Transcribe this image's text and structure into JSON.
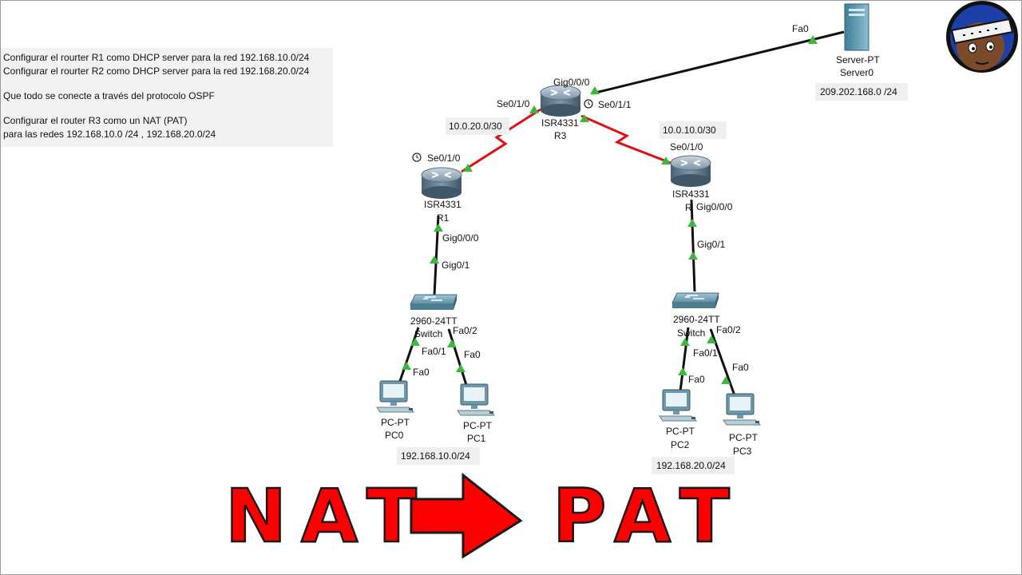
{
  "notes": {
    "line1": "Configurar el rourter R1 como DHCP server para la red 192.168.10.0/24",
    "line2": "Configurar el rourter R2 como DHCP server para la red 192.168.20.0/24",
    "line3": "Que todo se conecte a través del protocolo OSPF",
    "line4": "Configurar el router R3 como un NAT (PAT)",
    "line5": "para las redes 192.168.10.0 /24 , 192.168.20.0/24"
  },
  "devices": {
    "r3": {
      "model": "ISR4331",
      "name": "R3"
    },
    "r1": {
      "model": "ISR4331",
      "name": "R1"
    },
    "r2": {
      "model": "ISR4331",
      "name": "R"
    },
    "server": {
      "model": "Server-PT",
      "name": "Server0"
    },
    "sw1": {
      "model": "2960-24TT",
      "name": "Switch"
    },
    "sw2": {
      "model": "2960-24TT",
      "name": "Switch"
    },
    "pc0": {
      "model": "PC-PT",
      "name": "PC0"
    },
    "pc1": {
      "model": "PC-PT",
      "name": "PC1"
    },
    "pc2": {
      "model": "PC-PT",
      "name": "PC2"
    },
    "pc3": {
      "model": "PC-PT",
      "name": "PC3"
    }
  },
  "ports": {
    "server_fa0": "Fa0",
    "r3_gig000": "Gig0/0/0",
    "r3_se010": "Se0/1/0",
    "r3_se011": "Se0/1/1",
    "r1_se010": "Se0/1/0",
    "r2_se010": "Se0/1/0",
    "r1_gig000": "Gig0/0/0",
    "r2_gig000": "Gig0/0/0",
    "sw1_gig01": "Gig0/1",
    "sw2_gig01": "Gig0/1",
    "sw1_fa01": "Fa0/1",
    "sw1_fa02": "Fa0/2",
    "sw2_fa01": "Fa0/1",
    "sw2_fa02": "Fa0/2",
    "pc0_fa0": "Fa0",
    "pc1_fa0": "Fa0",
    "pc2_fa0": "Fa0",
    "pc3_fa0": "Fa0"
  },
  "networks": {
    "left_serial": "10.0.20.0/30",
    "right_serial": "10.0.10.0/30",
    "server_net": "209.202.168.0 /24",
    "lan1": "192.168.10.0/24",
    "lan2": "192.168.20.0/24"
  },
  "banner": {
    "left": "NAT",
    "right": "PAT"
  },
  "colors": {
    "serial_link": "#e01010",
    "ethernet_link": "#111111",
    "port_up": "#3cb83c",
    "banner_text": "#ff0000"
  }
}
